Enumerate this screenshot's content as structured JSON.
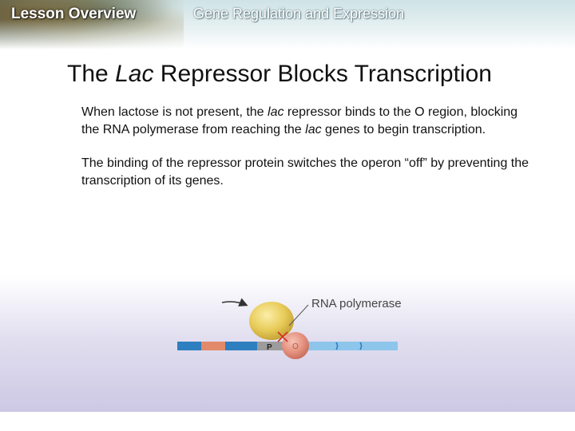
{
  "header": {
    "section_label": "Lesson Overview",
    "topic": "Gene Regulation and Expression"
  },
  "slide": {
    "title_part1": "The ",
    "title_italic": "Lac",
    "title_part2": " Repressor Blocks Transcription",
    "paragraph1": {
      "text_a": "When lactose is not present, the ",
      "italic_a": "lac",
      "text_b": " repressor binds to the O region, blocking the RNA polymerase from reaching the ",
      "italic_b": "lac",
      "text_c": " genes to begin transcription."
    },
    "paragraph2": "The binding of the repressor protein switches the operon “off” by preventing the transcription of its genes."
  },
  "figure": {
    "polymerase_label": "RNA polymerase",
    "promoter_label": "P",
    "operator_label": "O"
  }
}
